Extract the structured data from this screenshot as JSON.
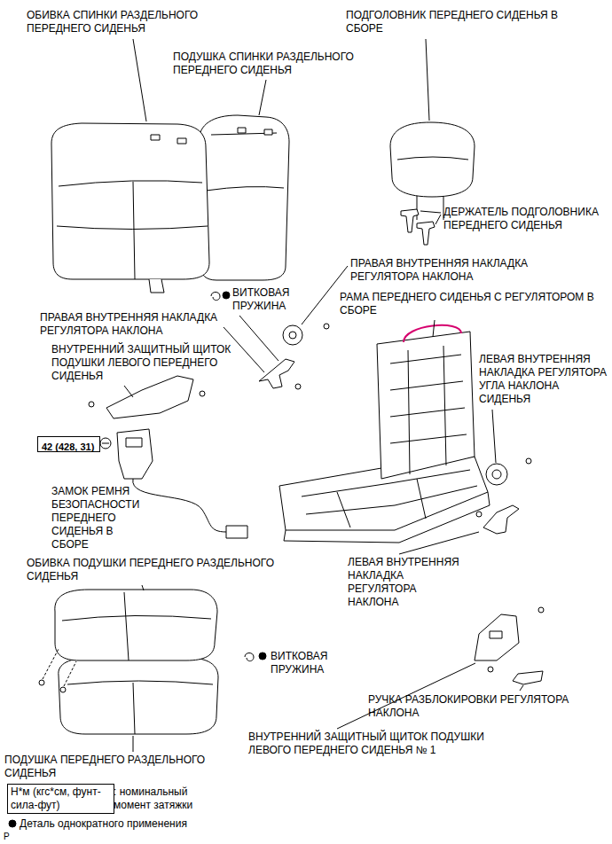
{
  "diagram": {
    "nodes": [
      {
        "text": [
          "42 (428, 31)"
        ]
      },
      {
        "text": [
          "Н*м (кгс*см, фунт-сила-фут)"
        ]
      }
    ],
    "labels": [
      "ОБИВКА СПИНКИ РАЗДЕЛЬНОГО ПЕРЕДНЕГО СИДЕНЬЯ",
      "ПОДУШКА СПИНКИ РАЗДЕЛЬНОГО ПЕРЕДНЕГО СИДЕНЬЯ",
      "ПОДГОЛОВНИК ПЕРЕДНЕГО СИДЕНЬЯ В СБОРЕ",
      "ДЕРЖАТЕЛЬ ПОДГОЛОВНИКА ПЕРЕДНЕГО СИДЕНЬЯ",
      "ПРАВАЯ ВНУТРЕННЯЯ НАКЛАДКА РЕГУЛЯТОРА НАКЛОНА",
      "РАМА ПЕРЕДНЕГО СИДЕНЬЯ С РЕГУЛЯТОРОМ В СБОРЕ",
      "ВИТКОВАЯ ПРУЖИНА",
      "ПРАВАЯ ВНУТРЕННЯЯ НАКЛАДКА РЕГУЛЯТОРА НАКЛОНА",
      "ВНУТРЕННИЙ ЗАЩИТНЫЙ ЩИТОК ПОДУШКИ ЛЕВОГО ПЕРЕДНЕГО СИДЕНЬЯ",
      "ЛЕВАЯ ВНУТРЕННЯЯ НАКЛАДКА РЕГУЛЯТОРА УГЛА НАКЛОНА СИДЕНЬЯ",
      "ЗАМОК РЕМНЯ БЕЗОПАСНОСТИ ПЕРЕДНЕГО СИДЕНЬЯ В СБОРЕ",
      "ОБИВКА ПОДУШКИ ПЕРЕДНЕГО РАЗДЕЛЬНОГО СИДЕНЬЯ",
      "ЛЕВАЯ ВНУТРЕННЯЯ НАКЛАДКА РЕГУЛЯТОРА НАКЛОНА",
      "ВИТКОВАЯ ПРУЖИНА",
      "РУЧКА РАЗБЛОКИРОВКИ РЕГУЛЯТОРА НАКЛОНА",
      "ВНУТРЕННИЙ ЗАЩИТНЫЙ ЩИТОК ПОДУШКИ ЛЕВОГО ПЕРЕДНЕГО СИДЕНЬЯ № 1",
      "ПОДУШКА ПЕРЕДНЕГО РАЗДЕЛЬНОГО СИДЕНЬЯ",
      "P"
    ],
    "legend": [
      {
        "text": ": номинальный момент затяжки"
      },
      {
        "text": "Деталь однократного применения"
      }
    ]
  }
}
